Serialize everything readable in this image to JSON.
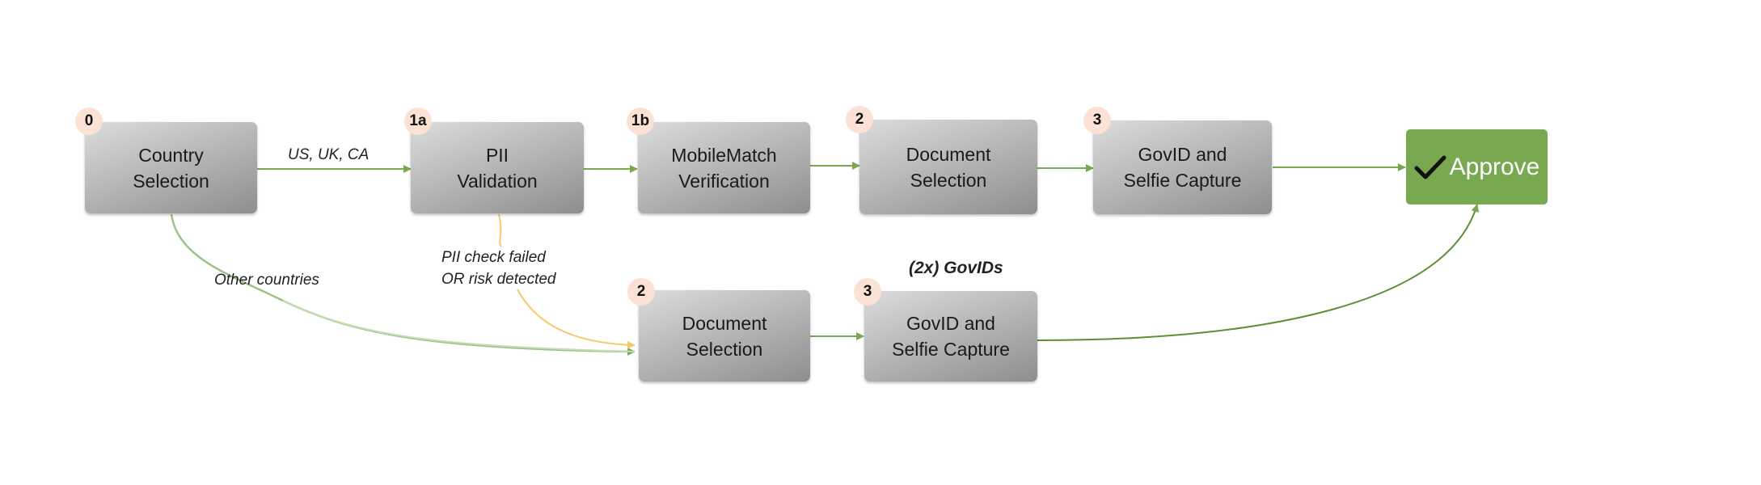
{
  "colors": {
    "green": "#78a950",
    "yellow": "#f2cc6a",
    "badge": "#fbe2d4"
  },
  "nodes": {
    "country": {
      "badge": "0",
      "label": "Country\nSelection"
    },
    "pii": {
      "badge": "1a",
      "label": "PII\nValidation"
    },
    "mobile": {
      "badge": "1b",
      "label": "MobileMatch\nVerification"
    },
    "doc_top": {
      "badge": "2",
      "label": "Document\nSelection"
    },
    "gov_top": {
      "badge": "3",
      "label": "GovID and\nSelfie Capture"
    },
    "doc_bot": {
      "badge": "2",
      "label": "Document\nSelection"
    },
    "gov_bot": {
      "badge": "3",
      "label": "GovID and\nSelfie Capture"
    }
  },
  "approve": {
    "label": "Approve",
    "icon": "check-icon"
  },
  "edge_labels": {
    "countries": "US, UK, CA",
    "other": "Other countries",
    "pii_fail": "PII check failed\nOR risk detected",
    "two_govids": "(2x) GovIDs"
  }
}
